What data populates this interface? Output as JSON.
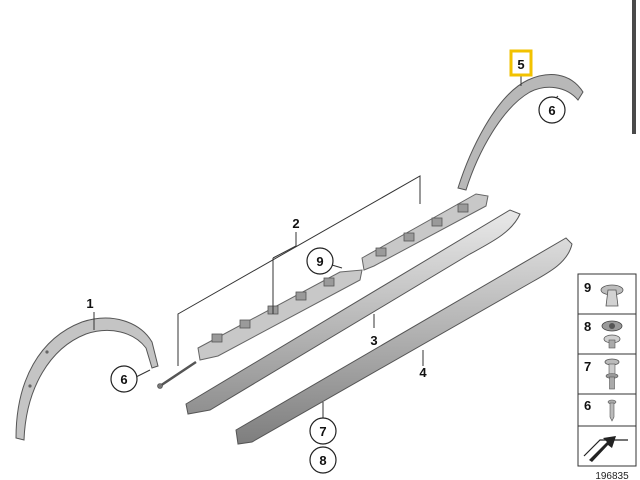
{
  "diagram": {
    "callouts": {
      "part1": "1",
      "part2": "2",
      "part3": "3",
      "part4": "4",
      "part5": "5",
      "part6_front": "6",
      "part6_rear": "6",
      "part7": "7",
      "part8": "8",
      "part9": "9"
    },
    "highlighted_part": "5",
    "highlight_color": "#f2c200",
    "legend": [
      "9",
      "8",
      "7",
      "6"
    ],
    "catalog_number": "196835"
  }
}
